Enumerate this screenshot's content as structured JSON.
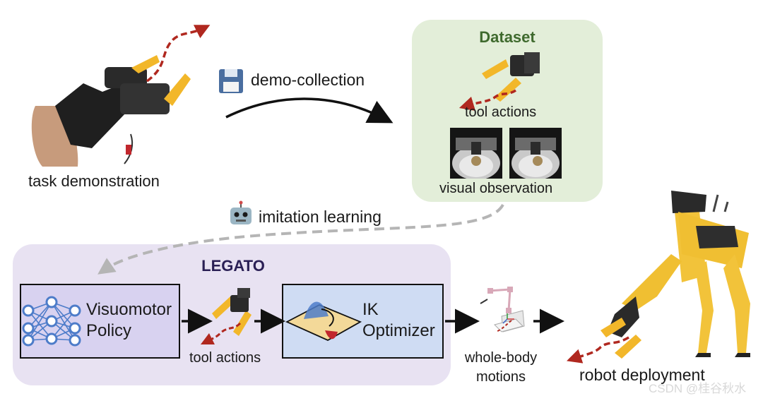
{
  "labels": {
    "task_demonstration": "task demonstration",
    "demo_collection": "demo-collection",
    "imitation_learning": "imitation learning",
    "robot_deployment": "robot deployment",
    "whole_body_motions_line1": "whole-body",
    "whole_body_motions_line2": "motions"
  },
  "dataset": {
    "title": "Dataset",
    "tool_actions": "tool actions",
    "visual_observation": "visual observation"
  },
  "legato": {
    "title": "LEGATO",
    "policy_line1": "Visuomotor",
    "policy_line2": "Policy",
    "tool_actions": "tool actions",
    "ik_line1": "IK",
    "ik_line2": "Optimizer"
  },
  "watermark": "CSDN @桂谷秋水",
  "colors": {
    "dataset_bg": "#e3eed9",
    "dataset_title": "#3f6a2e",
    "legato_bg": "#e8e2f2",
    "legato_title": "#2a1f55",
    "policy_bg": "#d8d2f0",
    "ik_bg": "#cfdcf3",
    "trajectory_red": "#b0281f",
    "gripper_yellow": "#f2b72a",
    "neural_blue": "#4d7cc9"
  },
  "icons": {
    "demo_collection": "floppy-disk-icon",
    "imitation_learning": "robot-face-icon"
  }
}
